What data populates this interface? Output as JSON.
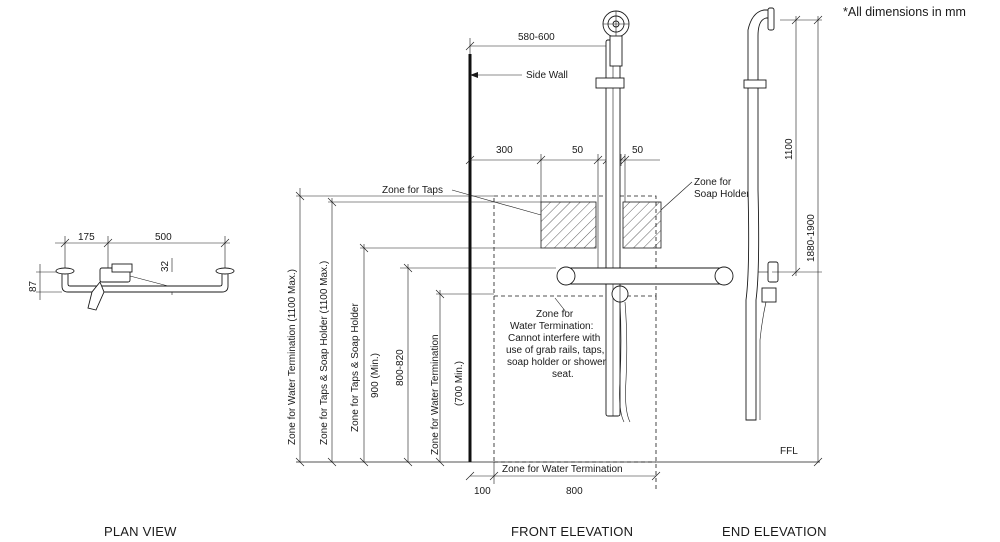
{
  "note": "*All dimensions in mm",
  "views": {
    "plan": "PLAN VIEW",
    "front": "FRONT ELEVATION",
    "end": "END ELEVATION"
  },
  "plan_dims": {
    "d175": "175",
    "d500": "500",
    "d87": "87",
    "d32": "32"
  },
  "front_dims": {
    "d580_600": "580-600",
    "d300": "300",
    "d50a": "50",
    "d50b": "50",
    "d100": "100",
    "d800": "800"
  },
  "end_dims": {
    "d1100": "1100",
    "d1880_1900": "1880-1900",
    "ffl": "FFL"
  },
  "labels": {
    "side_wall": "Side Wall",
    "zone_taps": "Zone for Taps",
    "zone_soap_1": "Zone for",
    "zone_soap_2": "Soap Holder",
    "zone_water_bottom": "Zone for Water Termination",
    "zw_1": "Zone for",
    "zw_2": "Water Termination:",
    "zw_3": "Cannot interfere with",
    "zw_4": "use of grab rails, taps,",
    "zw_5": "soap holder or shower",
    "zw_6": "seat."
  },
  "vertical_dims": {
    "v1": "Zone for Water Termination (1100 Max.)",
    "v2": "Zone for Taps & Soap Holder (1100 Max.)",
    "v3": "Zone for Taps & Soap Holder",
    "v4": "900 (Min.)",
    "v5": "800-820",
    "v6a": "Zone for Water Termination",
    "v6b": "(700 Min.)"
  }
}
